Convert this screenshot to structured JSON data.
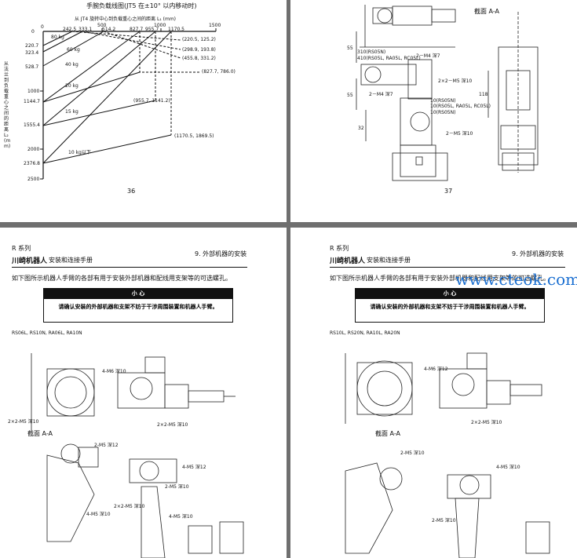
{
  "page1": {
    "title": "手腕负载线图(JT5 在±10° 以内移动时)",
    "subtitle": "从 JT4 旋转中心到负载重心之间的距离 L₁ (mm)",
    "ylabel": "从法兰到负载重心之间的距离 L₂ (mm)",
    "x_ticks": [
      "0",
      "500",
      "1000",
      "1500"
    ],
    "x_points": [
      "242.5",
      "333.1",
      "514.2",
      "827.7",
      "955.7",
      "1170.5"
    ],
    "y_ticks": [
      "0",
      "220.7",
      "323.4",
      "528.7",
      "1000",
      "1144.7",
      "1555.4",
      "2000",
      "2376.8",
      "2500"
    ],
    "coords": [
      "(220.5, 125.2)",
      "(298.9, 193.8)",
      "(455.8, 331.2)",
      "(827.7, 786.0)",
      "(955.7, 1141.2)",
      "(1170.5, 1869.5)"
    ],
    "loads": [
      "80 kg",
      "60 kg",
      "40 kg",
      "20 kg",
      "15 kg",
      "10 kg以下"
    ],
    "page_number": "36"
  },
  "page2": {
    "section_label": "截面 A-A",
    "labels": [
      "2－M4 深7",
      "2×2－M5 深10",
      "2－M4 深7",
      "2－M5 深10",
      "310(RS05N)",
      "410(RS05L, RA05L, RC05L)",
      "10(RS05N)",
      "10(RS05L, RA05L, RC05L)",
      "10(RS05N)"
    ],
    "dims": [
      "55",
      "55",
      "118",
      "32"
    ],
    "page_number": "37"
  },
  "page3": {
    "series": "R 系列",
    "brand": "川崎机器人",
    "manual": "安装和连接手册",
    "chapter": "9.  外部机器的安装",
    "intro": "如下图所示机器人手臂的各部有用于安装外部机器和配线用支架等的可选螺孔。",
    "caution_title": "小  心",
    "caution_text": "请确认安装的外部机器和支架不妨于干涉周围装置和机器人手臂。",
    "models": "RS06L, RS10N, RA06L, RA10N",
    "section_label": "截面 A-A",
    "labels": [
      "4-M6 深10",
      "2×2-M5 深10",
      "2-M5 深12",
      "4-M5 深12",
      "4-M5 深10",
      "2×2-M5 深10",
      "2-M5 深10",
      "2×2-M5 深10",
      "4-M5 深10"
    ]
  },
  "page4": {
    "series": "R 系列",
    "brand": "川崎机器人",
    "manual": "安装和连接手册",
    "chapter": "9.  外部机器的安装",
    "intro": "如下图所示机器人手臂的各部有用于安装外部机器和配线用支架等的可选螺孔。",
    "caution_title": "小  心",
    "caution_text": "请确认安装的外部机器和支架不妨于干涉周围装置和机器人手臂。",
    "models": "RS10L, RS20N, RA10L, RA20N",
    "section_label": "截面 A-A",
    "labels": [
      "4-M6 深12",
      "2×2-M5 深10",
      "2-M5 深10",
      "2-M5 深10",
      "4-M5 深10"
    ]
  },
  "watermark": "www.cteok.com"
}
